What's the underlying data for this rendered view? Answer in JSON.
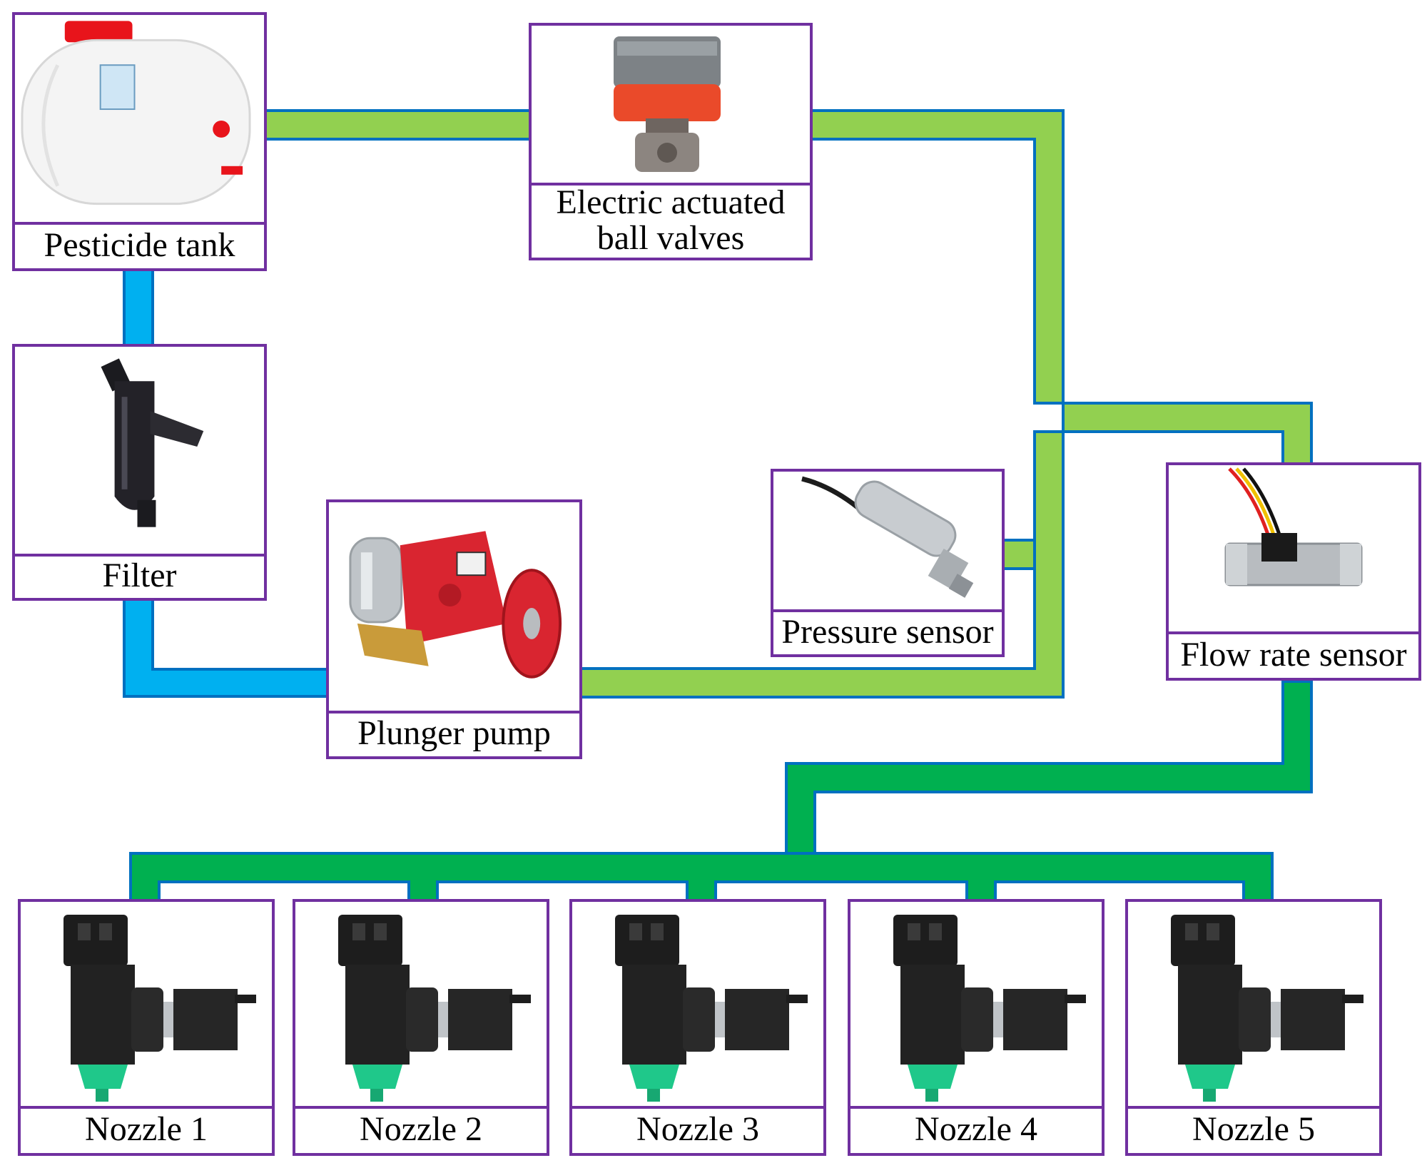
{
  "components": {
    "tank": {
      "label": "Pesticide tank",
      "icon": "pesticide-tank-icon"
    },
    "valve": {
      "label_line1": "Electric actuated",
      "label_line2": "ball valves",
      "icon": "ball-valve-icon"
    },
    "filter": {
      "label": "Filter",
      "icon": "filter-icon"
    },
    "pump": {
      "label": "Plunger pump",
      "icon": "plunger-pump-icon"
    },
    "pressure": {
      "label": "Pressure sensor",
      "icon": "pressure-sensor-icon"
    },
    "flow": {
      "label": "Flow rate sensor",
      "icon": "flow-sensor-icon"
    },
    "nozzles": [
      {
        "label": "Nozzle 1",
        "icon": "nozzle-icon"
      },
      {
        "label": "Nozzle 2",
        "icon": "nozzle-icon"
      },
      {
        "label": "Nozzle 3",
        "icon": "nozzle-icon"
      },
      {
        "label": "Nozzle 4",
        "icon": "nozzle-icon"
      },
      {
        "label": "Nozzle 5",
        "icon": "nozzle-icon"
      }
    ]
  },
  "colors": {
    "box_border": "#7030a0",
    "suction_pipe": "#00b0f0",
    "pressure_pipe": "#92d050",
    "spray_pipe": "#00b050",
    "pipe_outline": "#0070c0"
  }
}
